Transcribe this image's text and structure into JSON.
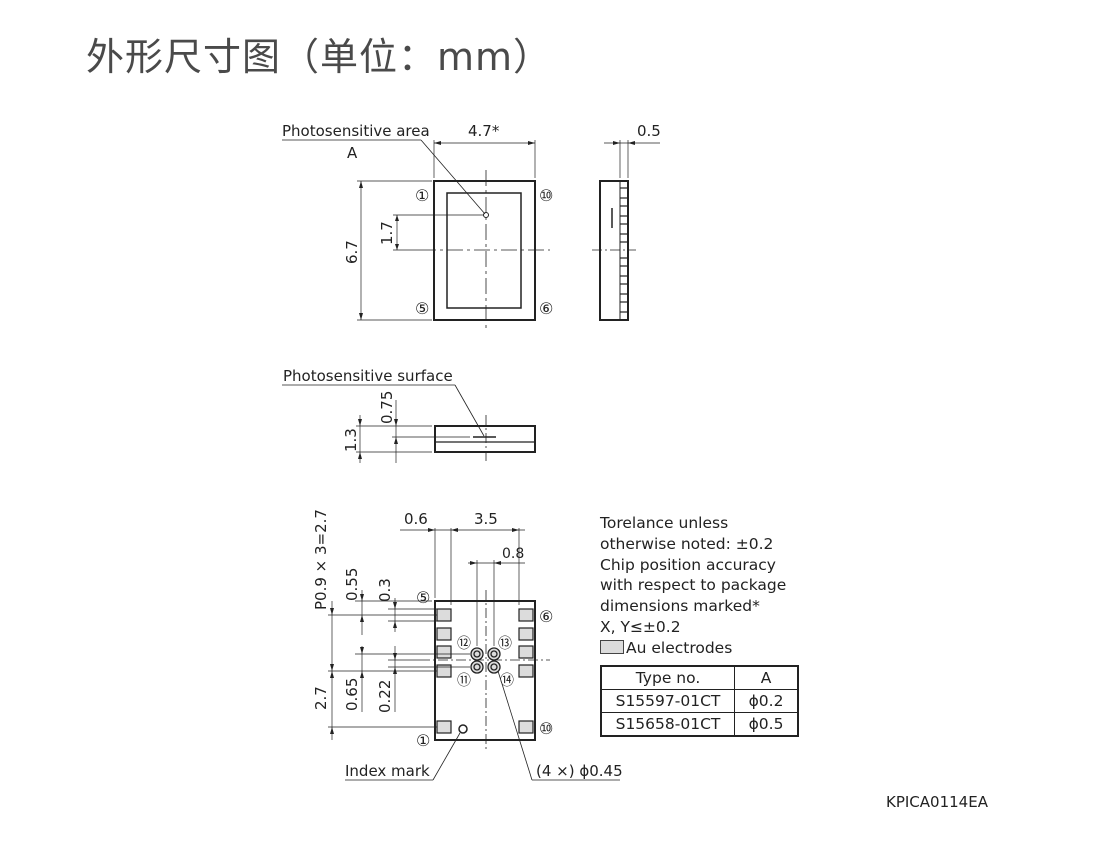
{
  "title": "外形尺寸图（单位：mm）",
  "top_view": {
    "photosensitive_area_label": "Photosensitive area",
    "area_symbol": "A",
    "width_dim": "4.7*",
    "height_dim": "6.7",
    "center_offset_dim": "1.7",
    "pins": [
      "①",
      "⑩",
      "⑤",
      "⑥"
    ]
  },
  "side_view": {
    "thickness_dim": "0.5"
  },
  "section_view": {
    "surface_label": "Photosensitive surface",
    "depth_dim": "0.75",
    "height_dim": "1.3"
  },
  "bottom_view": {
    "dims": {
      "left_offset": "0.6",
      "span": "3.5",
      "pad_gap": "0.8",
      "pitch": "P0.9 × 3=2.7",
      "pad_top": "0.55",
      "pad_width": "0.3",
      "vertical_total": "2.7",
      "lower_offset": "0.65",
      "lower_pad": "0.22"
    },
    "pins": [
      "⑤",
      "⑥",
      "⑫",
      "⑬",
      "⑪",
      "⑭",
      "①",
      "⑩"
    ],
    "index_mark_label": "Index mark",
    "hole_label": "(4 ×) ϕ0.45"
  },
  "notes": {
    "lines": [
      "Torelance unless",
      "otherwise noted: ±0.2",
      "Chip position accuracy",
      "with respect to package",
      "dimensions marked*",
      "X, Y≤±0.2"
    ],
    "legend": "Au electrodes",
    "legend_color": "#dcdcdc"
  },
  "type_table": {
    "headers": [
      "Type no.",
      "A"
    ],
    "rows": [
      [
        "S15597-01CT",
        "ϕ0.2"
      ],
      [
        "S15658-01CT",
        "ϕ0.5"
      ]
    ]
  },
  "drawing_code": "KPICA0114EA"
}
